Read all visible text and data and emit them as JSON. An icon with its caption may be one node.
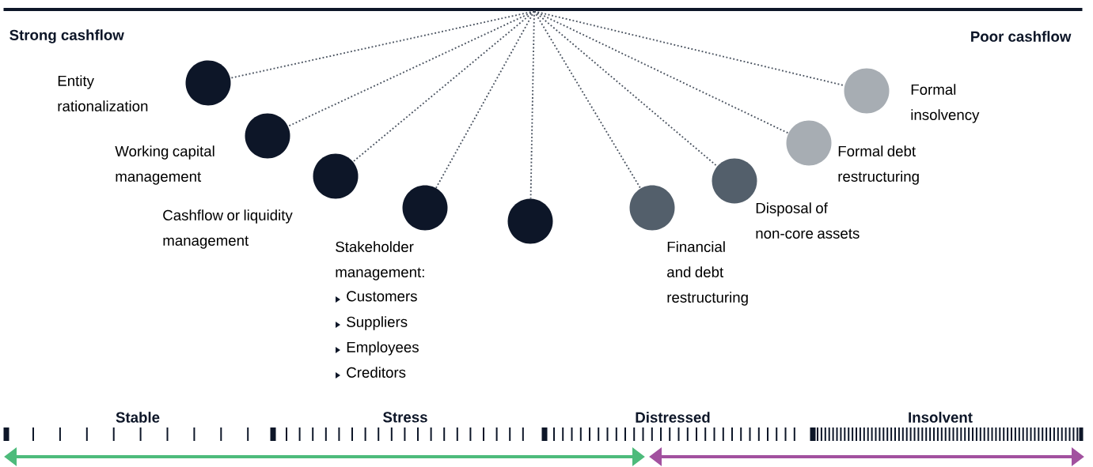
{
  "diagram": {
    "nodes": [
      {
        "text": [],
        "shape": "bar"
      },
      {
        "text": [],
        "shape": "circle",
        "beside": [
          "Entity rationalization"
        ]
      },
      {
        "text": [],
        "shape": "circle",
        "beside": [
          "Working capital management"
        ]
      },
      {
        "text": [],
        "shape": "circle",
        "beside": [
          "Cashflow or liquidity management"
        ]
      },
      {
        "text": [],
        "shape": "circle",
        "beside": [
          "Stakeholder management:",
          "Customers",
          "Suppliers",
          "Employees",
          "Creditors"
        ]
      },
      {
        "text": [],
        "shape": "circle"
      },
      {
        "text": [],
        "shape": "circle",
        "beside": [
          "Financial and debt restructuring"
        ]
      },
      {
        "text": [],
        "shape": "circle",
        "beside": [
          "Disposal of non-core assets"
        ]
      },
      {
        "text": [],
        "shape": "circle",
        "beside": [
          "Formal debt restructuring"
        ]
      },
      {
        "text": [],
        "shape": "circle",
        "beside": [
          "Formal insolvency"
        ]
      }
    ],
    "edges": [
      {
        "from": 0,
        "to": 1,
        "arrow": "none"
      },
      {
        "from": 0,
        "to": 2,
        "arrow": "none"
      },
      {
        "from": 0,
        "to": 3,
        "arrow": "none"
      },
      {
        "from": 0,
        "to": 4,
        "arrow": "none"
      },
      {
        "from": 0,
        "to": 5,
        "arrow": "none"
      },
      {
        "from": 0,
        "to": 6,
        "arrow": "none"
      },
      {
        "from": 0,
        "to": 7,
        "arrow": "none"
      },
      {
        "from": 0,
        "to": 8,
        "arrow": "none"
      },
      {
        "from": 0,
        "to": 9,
        "arrow": "none"
      }
    ],
    "labels": [
      "Strong cashflow",
      "Poor cashflow",
      "Stable",
      "Stress",
      "Distressed",
      "Insolvent"
    ]
  }
}
